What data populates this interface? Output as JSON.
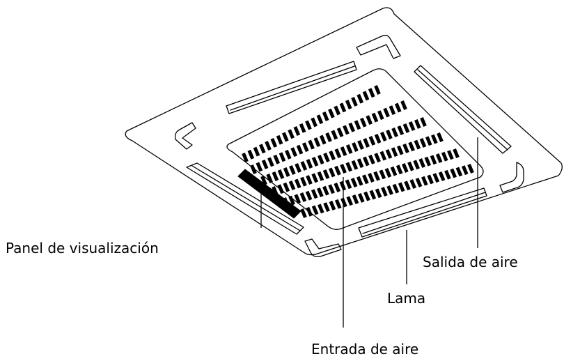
{
  "labels": {
    "display_panel": "Panel de visualización",
    "air_outlet": "Salida de aire",
    "louver": "Lama",
    "air_inlet": "Entrada de aire"
  },
  "colors": {
    "line": "#000000",
    "background": "#ffffff"
  }
}
